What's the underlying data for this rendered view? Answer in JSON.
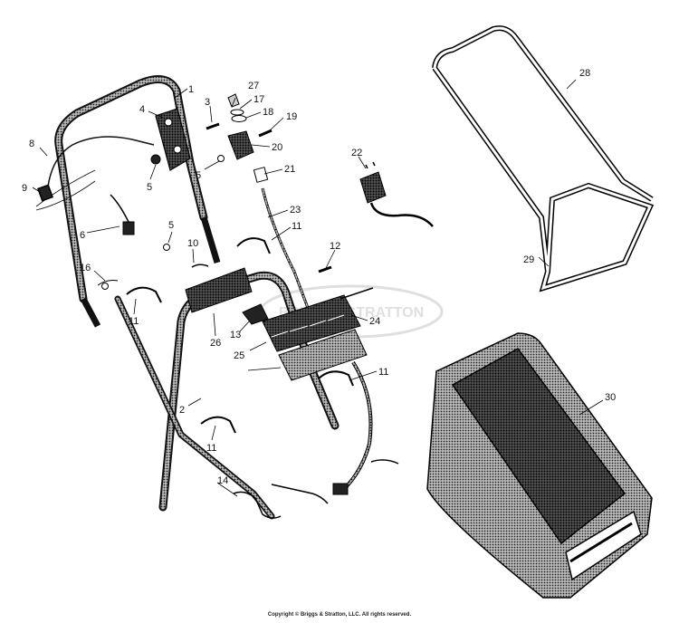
{
  "watermark": "BRIGGS&STRATTON",
  "copyright": "Copyright © Briggs & Stratton, LLC. All rights reserved.",
  "callouts": {
    "c1": "1",
    "c2": "2",
    "c3": "3",
    "c4": "4",
    "c5a": "5",
    "c5b": "5",
    "c5c": "5",
    "c6": "6",
    "c8": "8",
    "c9": "9",
    "c10": "10",
    "c11a": "11",
    "c11b": "11",
    "c11c": "11",
    "c11d": "11",
    "c12": "12",
    "c13": "13",
    "c14": "14",
    "c16": "16",
    "c17": "17",
    "c18": "18",
    "c19": "19",
    "c20": "20",
    "c21": "21",
    "c22": "22",
    "c23": "23",
    "c24": "24",
    "c25": "25",
    "c26": "26",
    "c27": "27",
    "c28": "28",
    "c29": "29",
    "c30": "30"
  }
}
